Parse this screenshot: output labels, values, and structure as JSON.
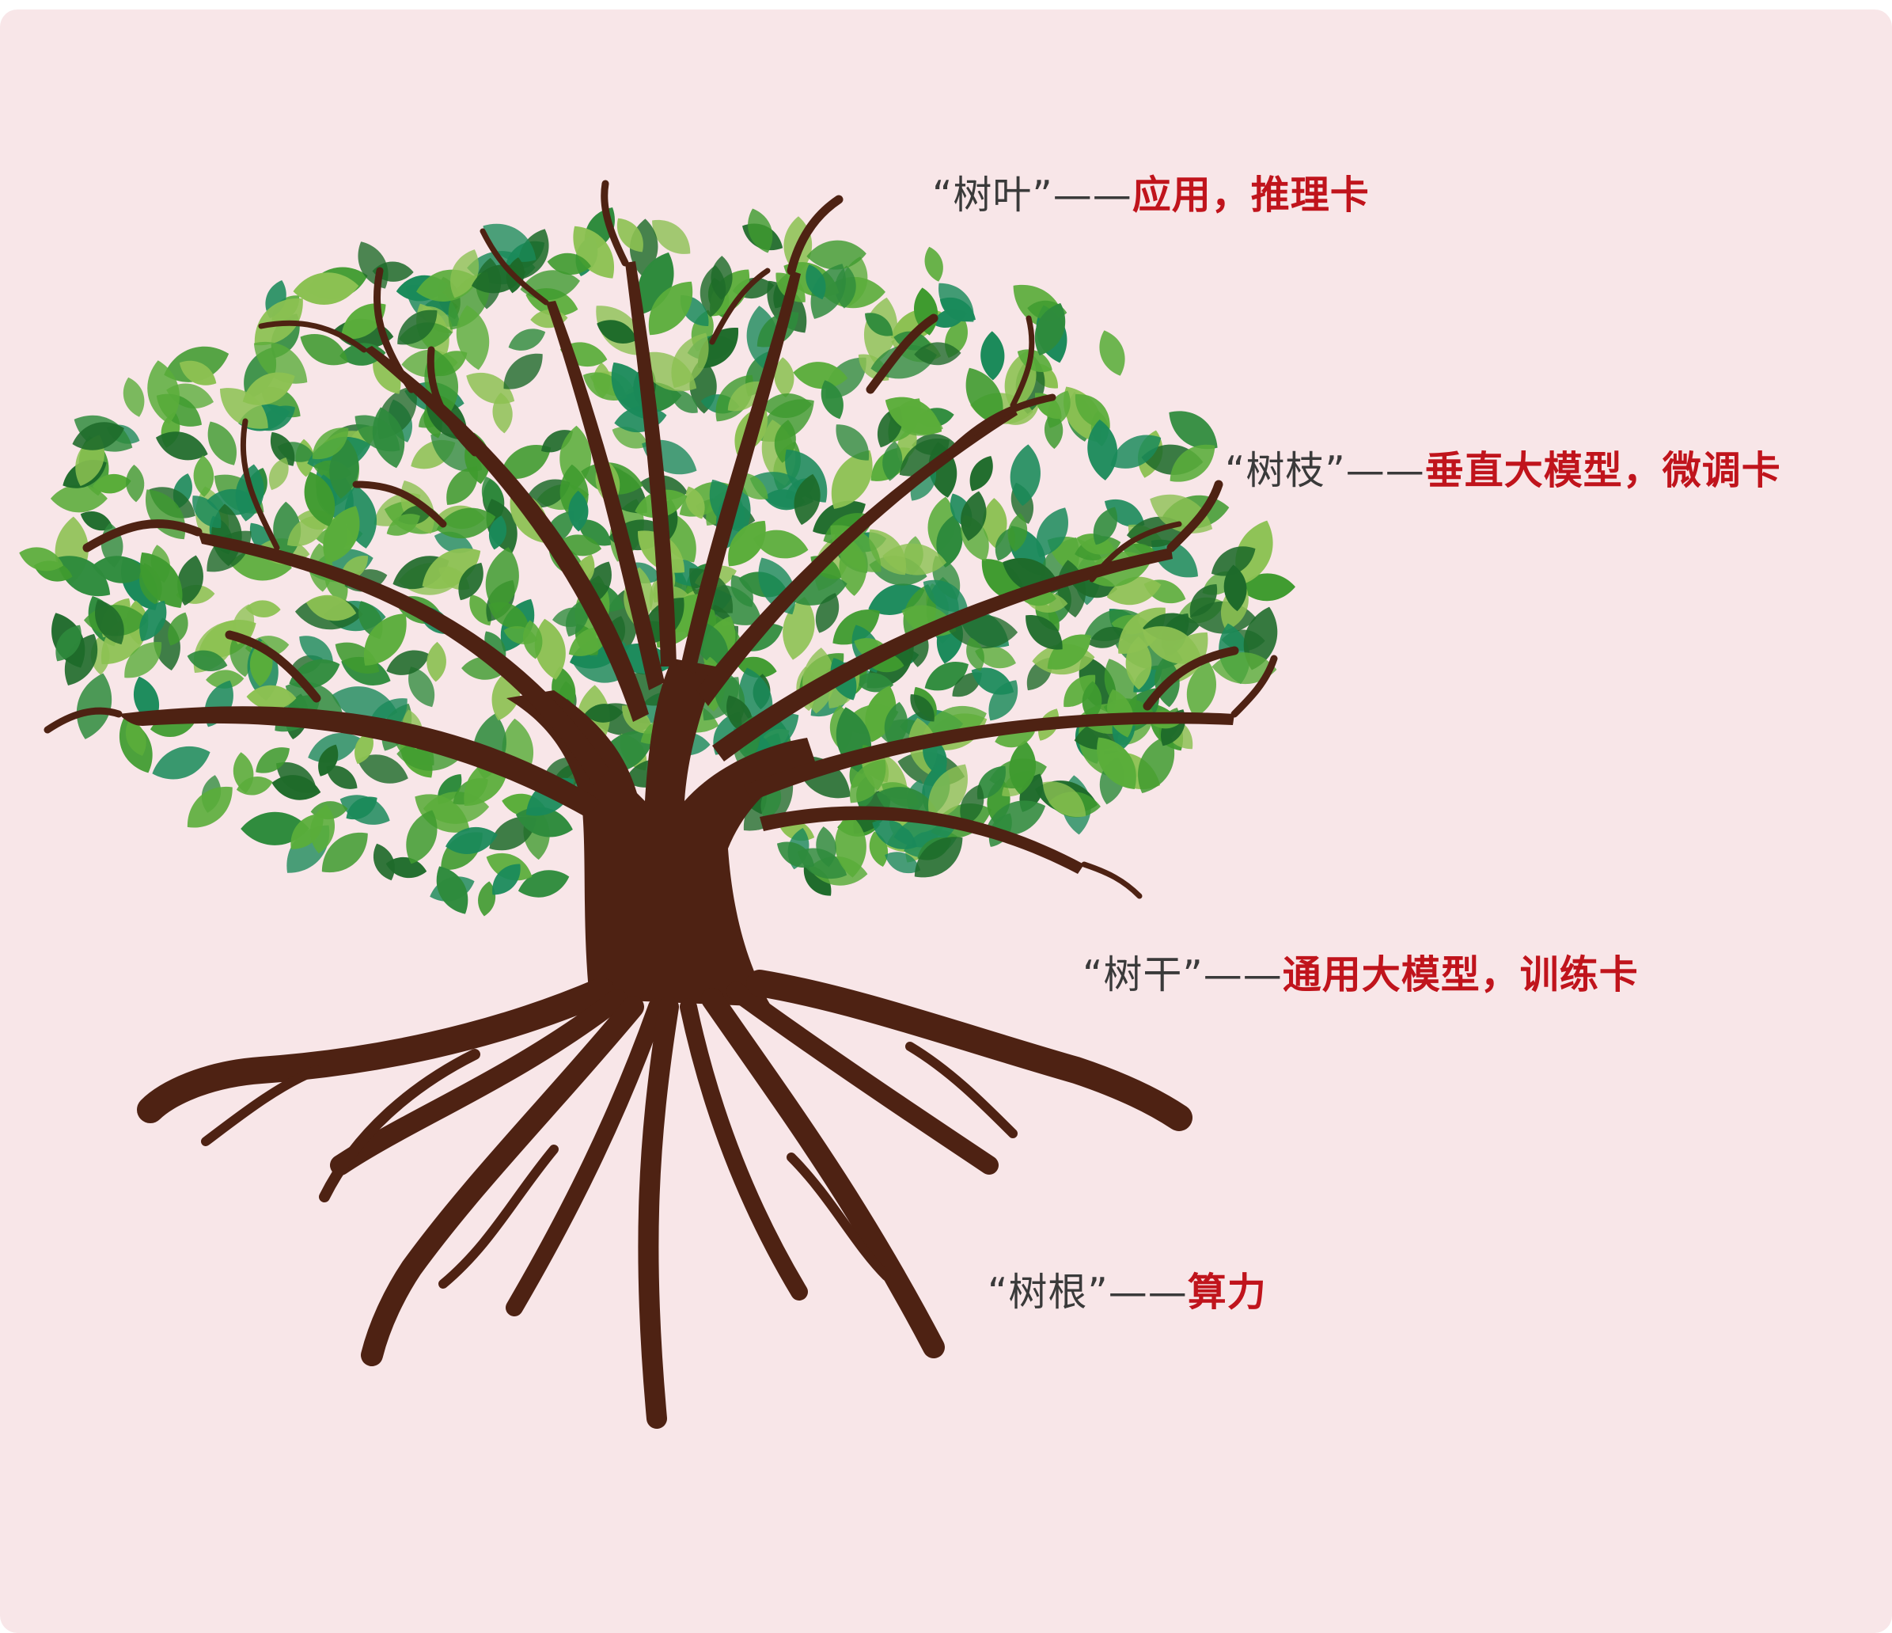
{
  "colors": {
    "background": "#f8e6e8",
    "label_text": "#3a3a3a",
    "highlight_text": "#c0141c",
    "trunk": "#4e2213",
    "leaf_dark": "#1e6b2a",
    "leaf_mid": "#3f9b2f",
    "leaf_light": "#8cc152",
    "leaf_teal": "#1a8a5a"
  },
  "labels": {
    "leaves": {
      "term": "“树叶”",
      "dash": "——",
      "meaning": "应用，推理卡"
    },
    "branches": {
      "term": "“树枝”",
      "dash": "——",
      "meaning": "垂直大模型，微调卡"
    },
    "trunk": {
      "term": "“树干”",
      "dash": "——",
      "meaning": "通用大模型，训练卡"
    },
    "roots": {
      "term": "“树根”",
      "dash": "——",
      "meaning": "算力"
    }
  }
}
